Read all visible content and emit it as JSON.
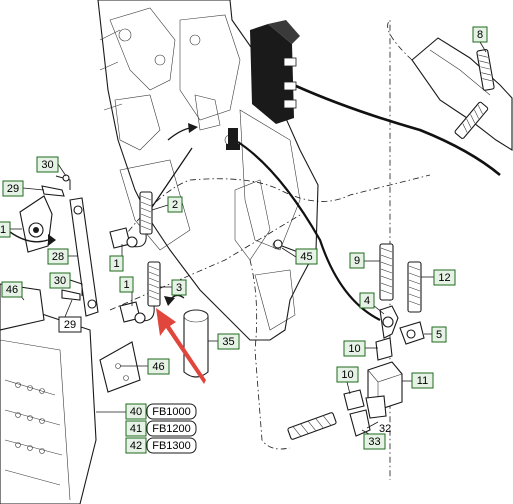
{
  "callouts": {
    "c1a": "1",
    "c1b": "1",
    "c1c": "1",
    "c2": "2",
    "c3": "3",
    "c4": "4",
    "c5": "5",
    "c8": "8",
    "c9": "9",
    "c10a": "10",
    "c10b": "10",
    "c11": "11",
    "c12": "12",
    "c28": "28",
    "c29a": "29",
    "c29b": "29",
    "c30a": "30",
    "c30b": "30",
    "c32": "32",
    "c33": "33",
    "c35": "35",
    "c40": "40",
    "c41": "41",
    "c42": "42",
    "c45": "45",
    "c46a": "46",
    "c46b": "46"
  },
  "variants": {
    "v40": "FB1000",
    "v41": "FB1200",
    "v42": "FB1300"
  },
  "colors": {
    "callout_fill": "#e6f2e6",
    "callout_border": "#1e6a1e",
    "highlight_arrow": "#e0463c",
    "line": "#1a1a1a"
  }
}
